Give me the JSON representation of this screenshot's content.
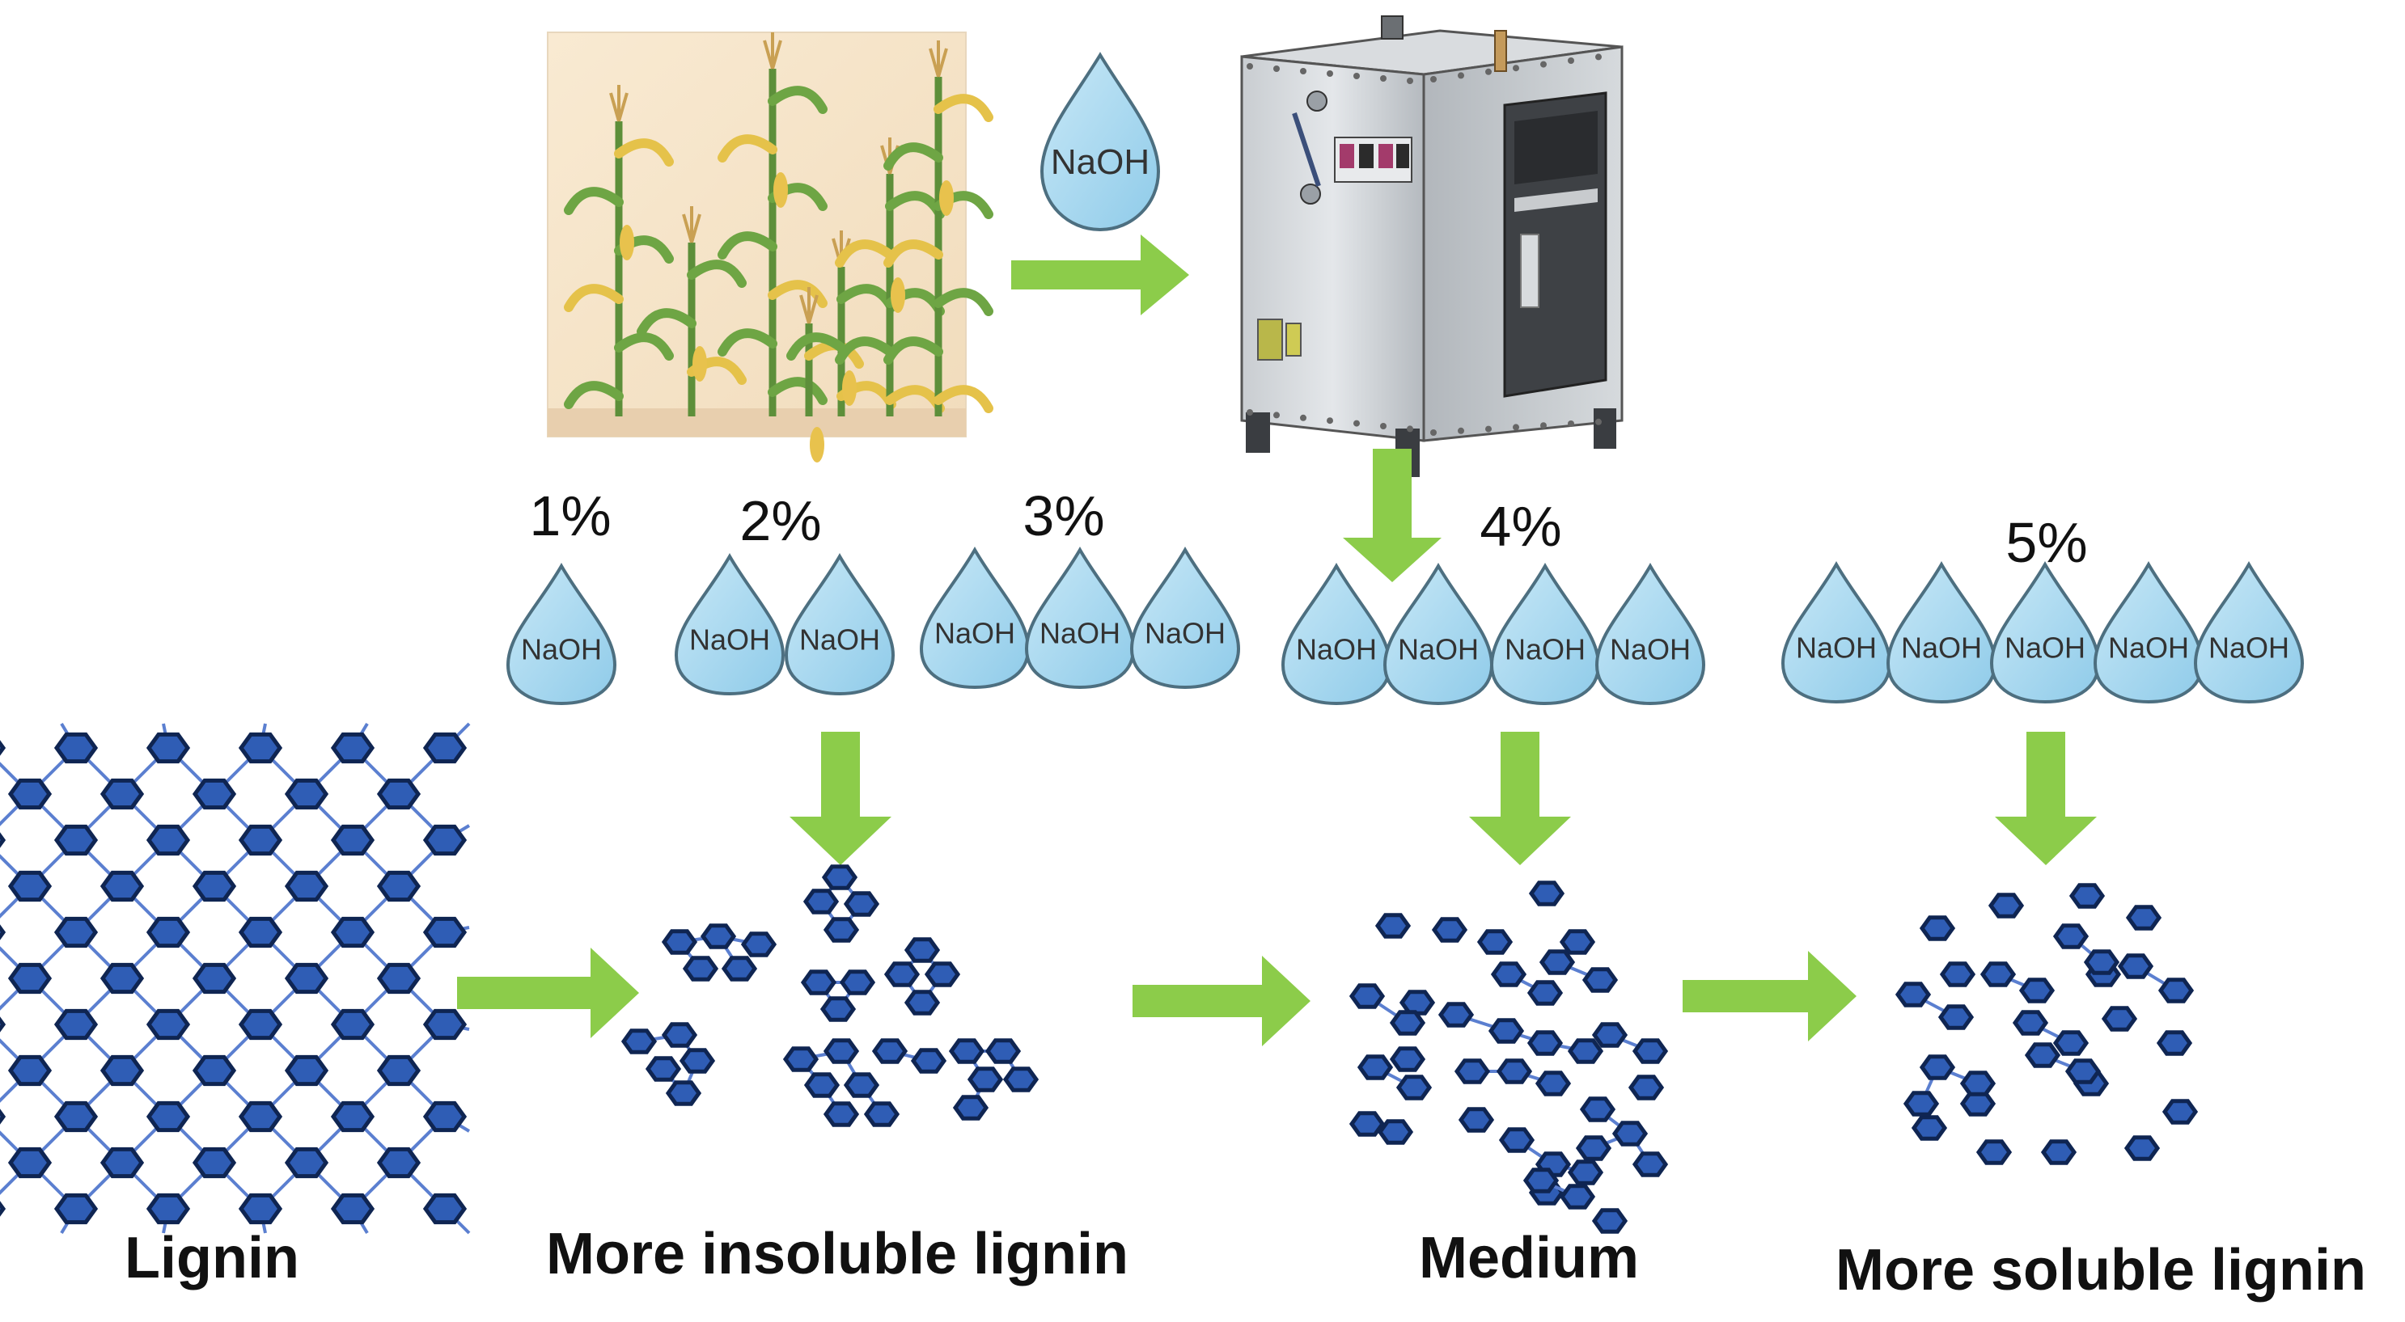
{
  "reagent": "NaOH",
  "feed_drop_label": "NaOH",
  "concentrations": [
    {
      "label": "1%",
      "drops": 1
    },
    {
      "label": "2%",
      "drops": 2
    },
    {
      "label": "3%",
      "drops": 3
    },
    {
      "label": "4%",
      "drops": 4
    },
    {
      "label": "5%",
      "drops": 5
    }
  ],
  "stages": [
    {
      "caption": "Lignin"
    },
    {
      "caption": "More insoluble lignin"
    },
    {
      "caption": "Medium"
    },
    {
      "caption": "More soluble lignin"
    }
  ],
  "colors": {
    "arrow": "#8ccc4a",
    "drop_fill": "#a9d9f1",
    "drop_stroke": "#4d6f80",
    "hexagon_fill": "#2f5db5",
    "hexagon_stroke": "#0f2552",
    "bond": "#5b7fd0"
  },
  "icons": [
    "corn-plants-image",
    "reactor-machine-icon",
    "naoh-drop-icon",
    "hexagon-molecule-icon"
  ]
}
